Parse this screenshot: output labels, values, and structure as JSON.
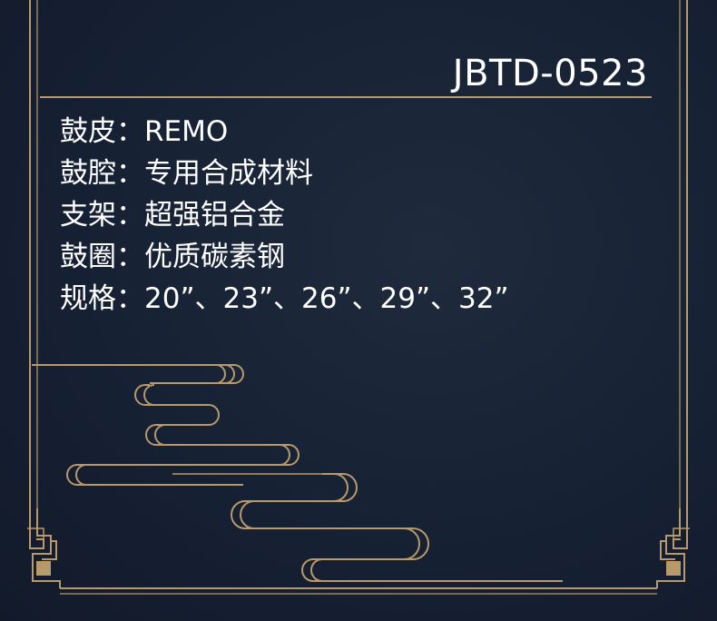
{
  "product": {
    "model": "JBTD-0523"
  },
  "specs": [
    {
      "label": "鼓皮",
      "separator": "：",
      "value": "REMO"
    },
    {
      "label": "鼓腔",
      "separator": "：",
      "value": "专用合成材料"
    },
    {
      "label": "支架",
      "separator": "：",
      "value": "超强铝合金"
    },
    {
      "label": "鼓圈",
      "separator": "：",
      "value": "优质碳素钢"
    },
    {
      "label": "规格",
      "separator": "：",
      "value": "20”、23”、26”、29”、32”"
    }
  ],
  "colors": {
    "background": "#172134",
    "gold": "#b8996a",
    "text": "#ffffff"
  },
  "decorations": [
    "gold-frame-border",
    "auspicious-cloud-pattern",
    "fret-corner-ornament-left",
    "fret-corner-ornament-right"
  ]
}
